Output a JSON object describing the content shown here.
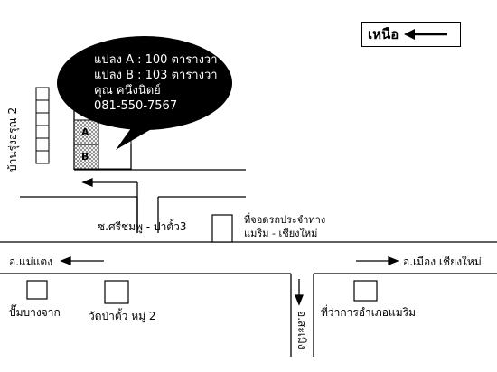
{
  "north": {
    "label": "เหนือ",
    "arrow": "west-arrow-icon"
  },
  "bubble": {
    "lines": [
      "แปลง A : 100 ตารางวา",
      "แปลง B : 103 ตารางวา",
      "คุณ คนึงนิตย์",
      "081-550-7567"
    ]
  },
  "plots": {
    "a": "A",
    "b": "B"
  },
  "labels": {
    "ban_rung_arun": "บ้านรุ่งอรุณ 2",
    "soi_srichomphu": "ซ.ศรีชมพู - ป่าตั้ว3",
    "bus_stop": "ที่จอดรถประจำทาง",
    "bus_route": "แมริม - เชียงใหม่",
    "mae_taeng": "อ.แม่แตง",
    "mueang_chiang_mai": "อ.เมือง เชียงใหม่",
    "gas_station": "ปั๊มบางจาก",
    "temple": "วัดป่าตั้ว หมู่ 2",
    "district_office": "ที่ว่าการอำเภอแมริม",
    "samoeng": "อ.สะเมิง"
  },
  "colors": {
    "ink": "#000000",
    "paper": "#ffffff"
  }
}
